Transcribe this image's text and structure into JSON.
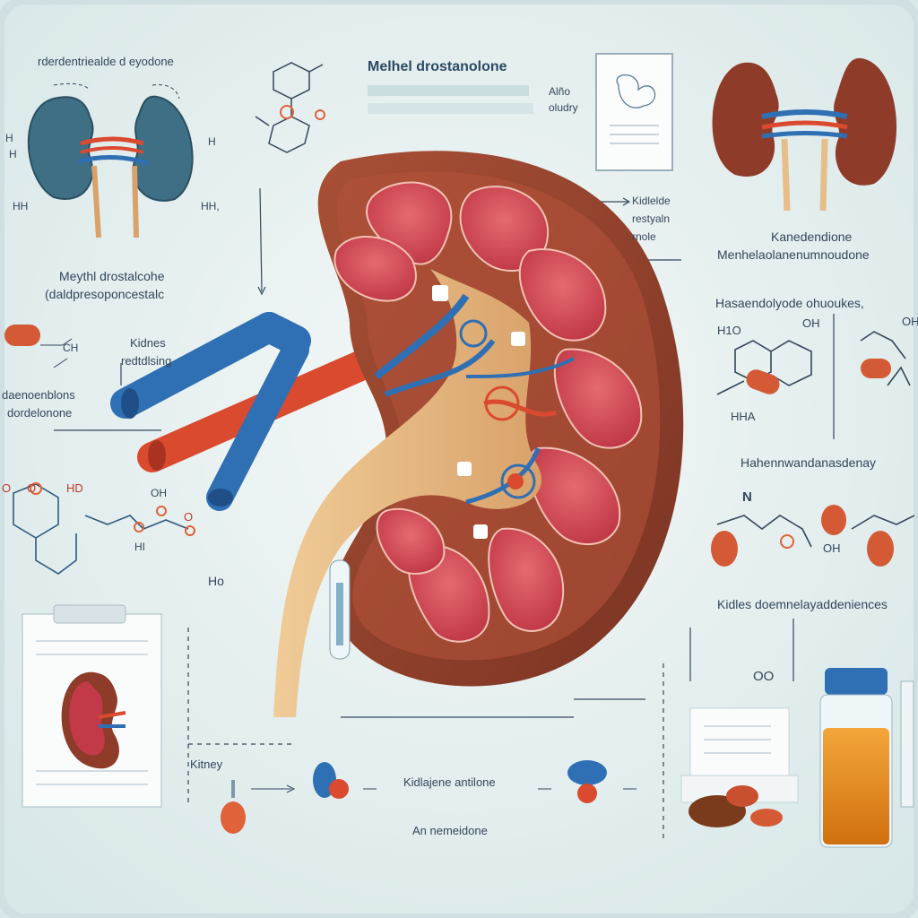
{
  "title": "Melhel drostanolone",
  "labels": {
    "top_left_caption": "rderdentriealde d eyodone",
    "top_left_h1": "H",
    "top_left_h2": "H",
    "top_left_hh1": "HH",
    "top_left_hh2": "HH,",
    "top_left_h3": "H",
    "aleo": "Alño",
    "aleo_sub": "oludry",
    "right_top_block": "Kidlelde\nrestyaln\nrnole",
    "right_caption_1": "Kanedendione",
    "right_caption_2": "Menhelaolanenumnoudone",
    "left_mid_1": "Meythl drostalcohe",
    "left_mid_2": "(daldpresoponcestalc",
    "left_small_ch": "CH",
    "kidney_side_1": "Kidnes",
    "kidney_side_2": "redtdlsing",
    "left_group_1": "daenoenblons",
    "left_group_2": "dordelonone",
    "right_mid_head": "Hasaendolyode ohuoukes,",
    "right_h1o": "H1O",
    "right_oh": "OH",
    "right_oh2": "OH",
    "right_hha": "HHA",
    "right_mid2": "Hahennwandanasdenay",
    "hd_left": "HD",
    "o_left": "O",
    "o_left2": "O",
    "o_left3": "O",
    "hi_left": "HI",
    "oh_mid": "OH",
    "ho": "Ho",
    "right_n": "N",
    "right_oh3": "OH",
    "right_low": "Kidles doemnelayaddeniences",
    "oo": "OO",
    "kidney_word": "Kitney",
    "flow_mid": "Kidlajene antilone",
    "bottom_caption": "An nemeidone"
  },
  "colors": {
    "background": "#e9f1f1",
    "cortex": "#8e3b2a",
    "medulla": "#d94a58",
    "ureter": "#e7bd8a",
    "vein": "#2f6fb3",
    "artery": "#d94a2e",
    "pill": "#d35a35",
    "vial_liquid": "#e78a1c"
  },
  "icons": [
    "kidney-pair-icon",
    "kidney-cross-section-icon",
    "molecule-icon",
    "document-icon",
    "vial-icon",
    "pill-icon",
    "test-tube-icon"
  ]
}
